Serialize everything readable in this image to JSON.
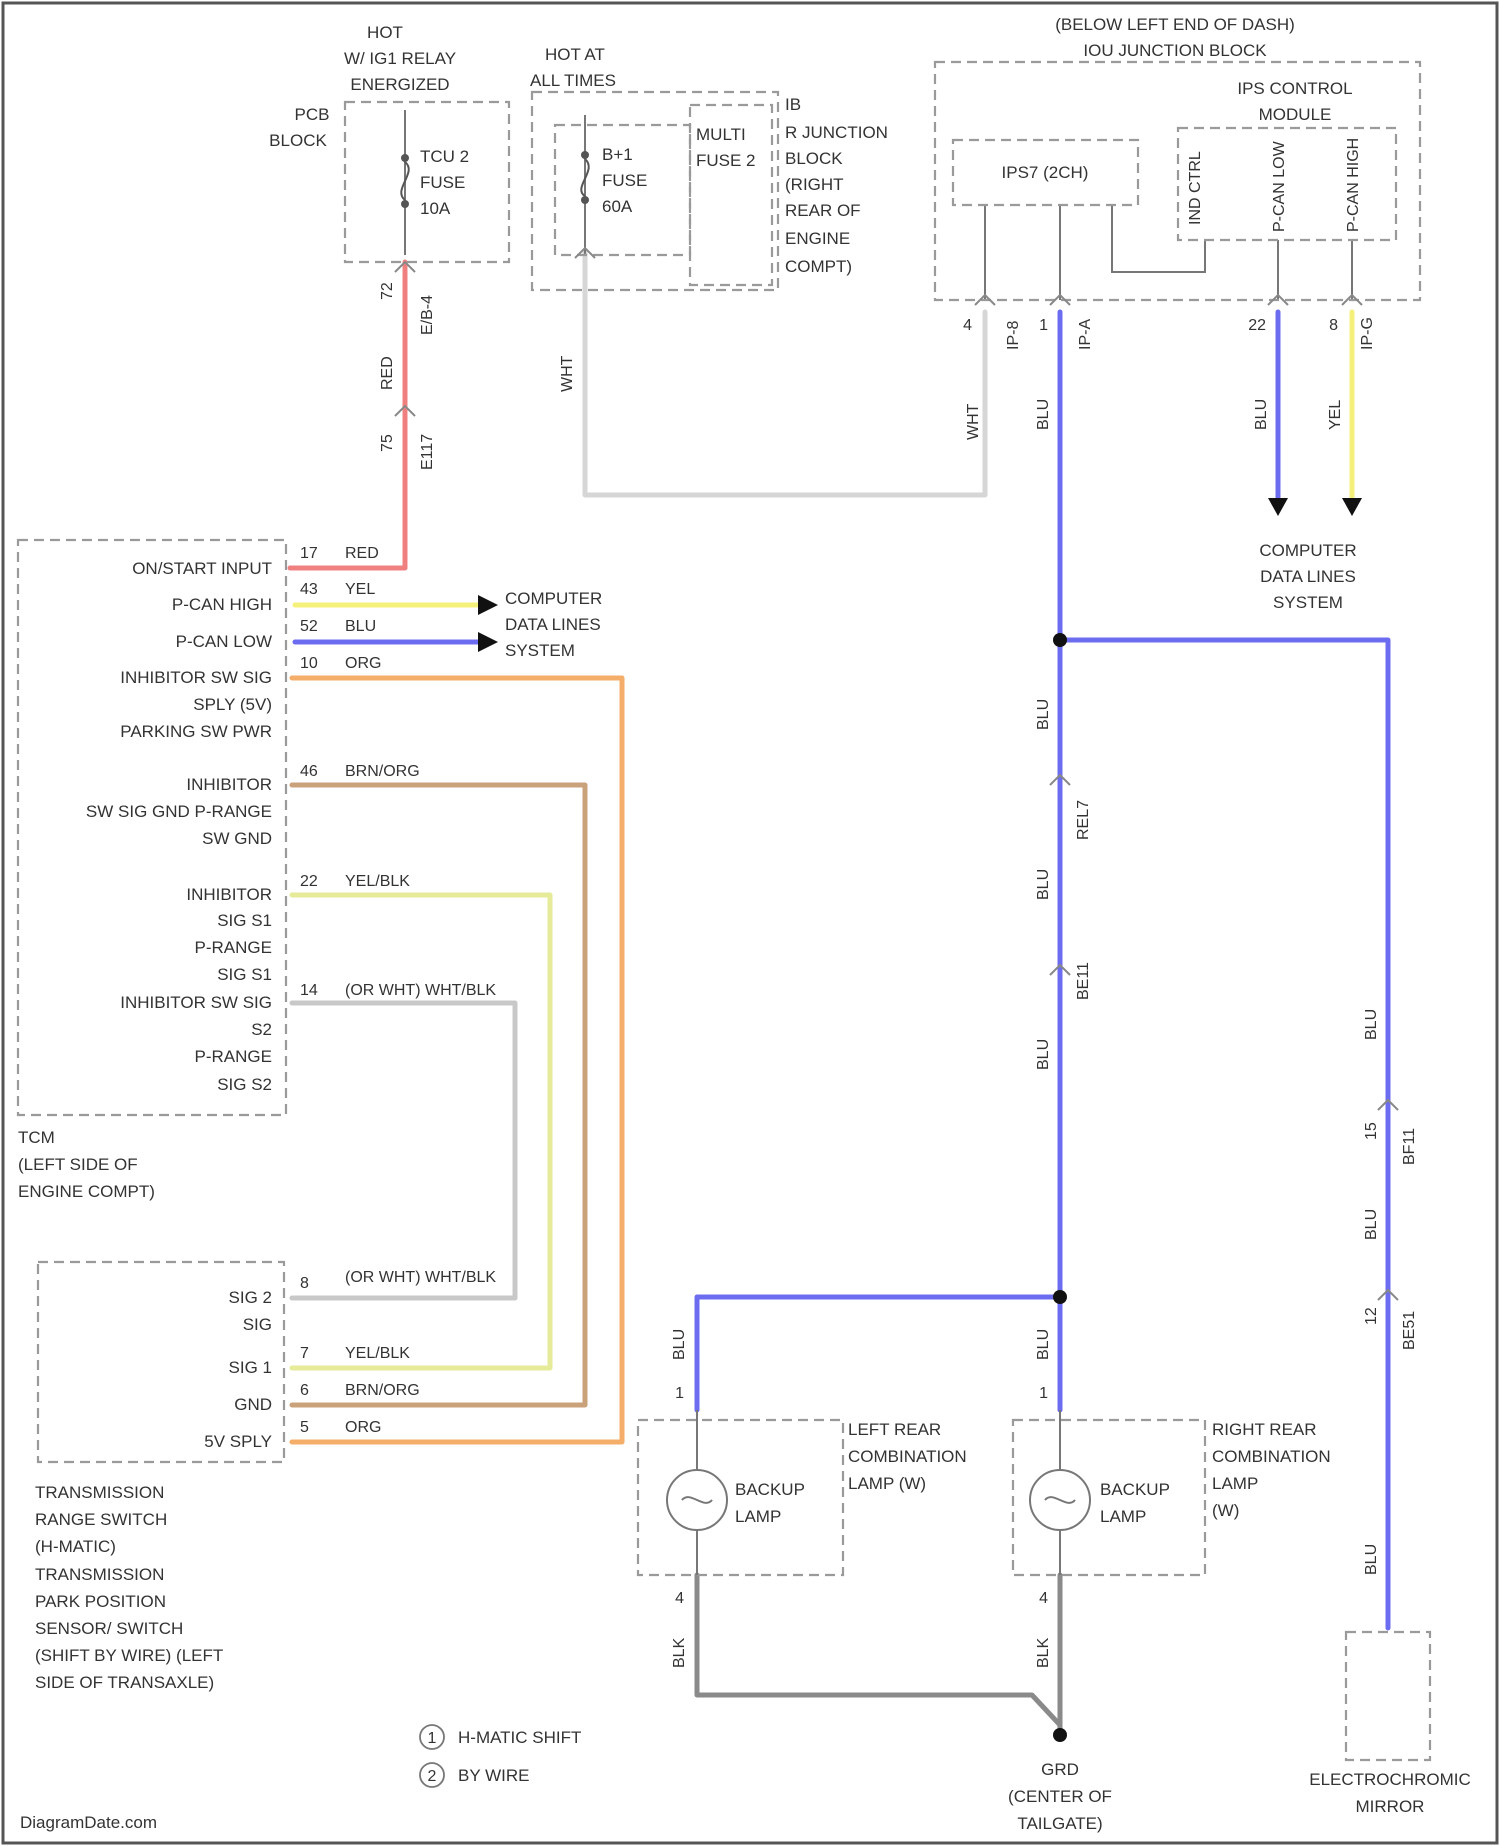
{
  "diagram": {
    "top_fuse": {
      "hot_label": [
        "HOT",
        "W/ IG1 RELAY",
        "ENERGIZED"
      ],
      "block_label": [
        "PCB",
        "BLOCK"
      ],
      "fuse_label": [
        "TCU 2",
        "FUSE",
        "10A"
      ]
    },
    "alltimes_fuse": {
      "hot_label": [
        "HOT AT",
        "ALL TIMES"
      ],
      "fuse_label": [
        "B+1",
        "FUSE",
        "60A"
      ],
      "multifuse": [
        "MULTI",
        "FUSE 2"
      ],
      "junction_label": [
        "IB",
        "R JUNCTION",
        "BLOCK",
        "(RIGHT",
        "REAR OF",
        "ENGINE",
        "COMPT)"
      ]
    },
    "ipdm": {
      "location": [
        "(BELOW LEFT END OF DASH)",
        "IOU JUNCTION BLOCK"
      ],
      "ips_label": [
        "IPS CONTROL",
        "MODULE"
      ],
      "ips_pins": [
        "IND CTRL",
        "P-CAN LOW",
        "P-CAN HIGH"
      ],
      "ips7": "IPS7 (2CH)",
      "out_pins": [
        {
          "num": "4",
          "conn": "IP-8"
        },
        {
          "num": "1",
          "conn": "IP-A"
        },
        {
          "num": "22",
          "conn": ""
        },
        {
          "num": "8",
          "conn": "IP-G"
        }
      ]
    },
    "wires": {
      "red_upper": {
        "color_name": "RED",
        "pin_top": "72",
        "conn_top": "E/B-4",
        "pin_bot": "75",
        "conn_bot": "E117"
      },
      "wht": "WHT",
      "wht2": "WHT",
      "blu": "BLU",
      "yel": "YEL",
      "blu_conn": [
        "REL7",
        "BE11"
      ],
      "blu_right_conn": [
        "BF11",
        "BE51"
      ],
      "blu_right_pins": [
        "15",
        "12"
      ],
      "blk": "BLK"
    },
    "computer_data_top": [
      "COMPUTER",
      "DATA LINES",
      "SYSTEM"
    ],
    "computer_data_left": [
      "COMPUTER",
      "DATA LINES",
      "SYSTEM"
    ],
    "tcm": {
      "label": [
        "TCM",
        "(LEFT SIDE OF",
        "ENGINE COMPT)"
      ],
      "pins": [
        {
          "name": "ON/START INPUT",
          "num": "17",
          "wire": "RED"
        },
        {
          "name": "P-CAN HIGH",
          "num": "43",
          "wire": "YEL"
        },
        {
          "name": "P-CAN LOW",
          "num": "52",
          "wire": "BLU"
        },
        {
          "name": "INHIBITOR SW SIG",
          "num": "10",
          "wire": "ORG"
        },
        {
          "name": "SPLY (5V)",
          "num": "",
          "wire": ""
        },
        {
          "name": "PARKING SW PWR",
          "num": "",
          "wire": ""
        },
        {
          "name": "INHIBITOR",
          "num": "46",
          "wire": "BRN/ORG"
        },
        {
          "name": "SW SIG GND P-RANGE",
          "num": "",
          "wire": ""
        },
        {
          "name": "SW GND",
          "num": "",
          "wire": ""
        },
        {
          "name": "INHIBITOR",
          "num": "22",
          "wire": "YEL/BLK"
        },
        {
          "name": "SIG S1",
          "num": "",
          "wire": ""
        },
        {
          "name": "P-RANGE",
          "num": "",
          "wire": ""
        },
        {
          "name": "SIG S1",
          "num": "",
          "wire": ""
        },
        {
          "name": "INHIBITOR SW SIG",
          "num": "14",
          "wire": "(OR WHT) WHT/BLK"
        },
        {
          "name": "S2",
          "num": "",
          "wire": ""
        },
        {
          "name": "P-RANGE",
          "num": "",
          "wire": ""
        },
        {
          "name": "SIG S2",
          "num": "",
          "wire": ""
        }
      ]
    },
    "trs": {
      "label": [
        "TRANSMISSION",
        "RANGE SWITCH",
        "(H-MATIC)",
        "TRANSMISSION",
        "PARK POSITION",
        "SENSOR/ SWITCH",
        "(SHIFT BY WIRE) (LEFT",
        "SIDE OF TRANSAXLE)"
      ],
      "pins": [
        {
          "name": "SIG 2",
          "num": "8",
          "wire": "(OR WHT) WHT/BLK"
        },
        {
          "name": "SIG",
          "num": "",
          "wire": ""
        },
        {
          "name": "SIG 1",
          "num": "7",
          "wire": "YEL/BLK"
        },
        {
          "name": "GND",
          "num": "6",
          "wire": "BRN/ORG"
        },
        {
          "name": "5V SPLY",
          "num": "5",
          "wire": "ORG"
        }
      ]
    },
    "lamps": {
      "left": {
        "label": [
          "LEFT REAR",
          "COMBINATION",
          "LAMP (W)"
        ],
        "bulb": [
          "BACKUP",
          "LAMP"
        ],
        "pin_top": "1",
        "pin_bot": "4",
        "wire_top": "BLU",
        "wire_bot": "BLK"
      },
      "right": {
        "label": [
          "RIGHT REAR",
          "COMBINATION",
          "LAMP",
          "(W)"
        ],
        "bulb": [
          "BACKUP",
          "LAMP"
        ],
        "pin_top": "1",
        "pin_bot": "4",
        "wire_top": "BLU",
        "wire_bot": "BLK"
      }
    },
    "ground": [
      "GRD",
      "(CENTER OF",
      "TAILGATE)"
    ],
    "mirror": [
      "ELECTROCHROMIC",
      "MIRROR"
    ],
    "legend": [
      {
        "num": "1",
        "text": "H-MATIC SHIFT"
      },
      {
        "num": "2",
        "text": "BY WIRE"
      }
    ],
    "watermark": "DiagramDate.com"
  },
  "colors": {
    "red": "#f08080",
    "yellow": "#f5f07a",
    "blue": "#6c6cf0",
    "orange": "#f5ad6a",
    "brown_orange": "#c9a17a",
    "yellow_black": "#e6eb9a",
    "white_black": "#c8c8c8",
    "white": "#d6d6d6",
    "black": "#8a8a8a"
  }
}
